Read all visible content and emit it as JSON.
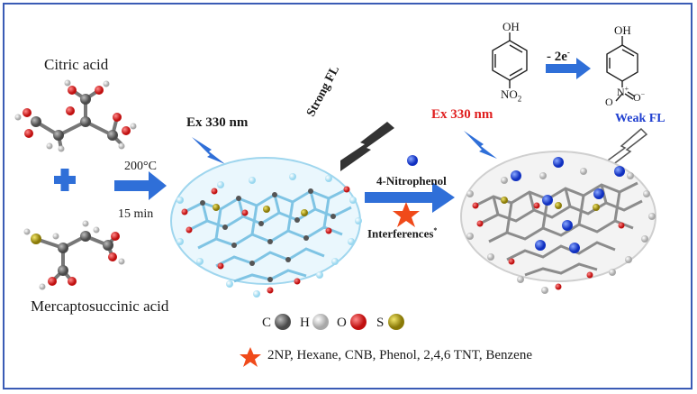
{
  "labels": {
    "citric_acid": "Citric acid",
    "mercaptosuccinic_acid": "Mercaptosuccinic acid",
    "temperature": "200°C",
    "time": "15 min",
    "ex_left": "Ex 330 nm",
    "ex_right": "Ex 330 nm",
    "strong_fl": "Strong FL",
    "weak_fl": "Weak FL",
    "nitrophenol": "4-Nitrophenol",
    "interferences": "Interferences",
    "interferences_sup": "*",
    "oxidation": "- 2e",
    "oxidation_sup": "-",
    "oh_top": "OH",
    "no2": "NO",
    "no2_sub": "2",
    "oh_product": "OH",
    "n_plus": "N",
    "o_minus": "O"
  },
  "legend": {
    "elements": [
      {
        "symbol": "C",
        "color": "#6e6e6e"
      },
      {
        "symbol": "H",
        "color": "#d6d6d6"
      },
      {
        "symbol": "O",
        "color": "#e02020"
      },
      {
        "symbol": "S",
        "color": "#b8a818"
      }
    ],
    "interferents_list": "2NP, Hexane, CNB, Phenol, 2,4,6 TNT, Benzene"
  },
  "colors": {
    "frame": "#3a5bb5",
    "arrow": "#2f6fd8",
    "plus": "#2f6fd8",
    "star": "#f04a1a",
    "bolt": "#2f6fd8",
    "nitro_dot": "#1f4fe0"
  }
}
